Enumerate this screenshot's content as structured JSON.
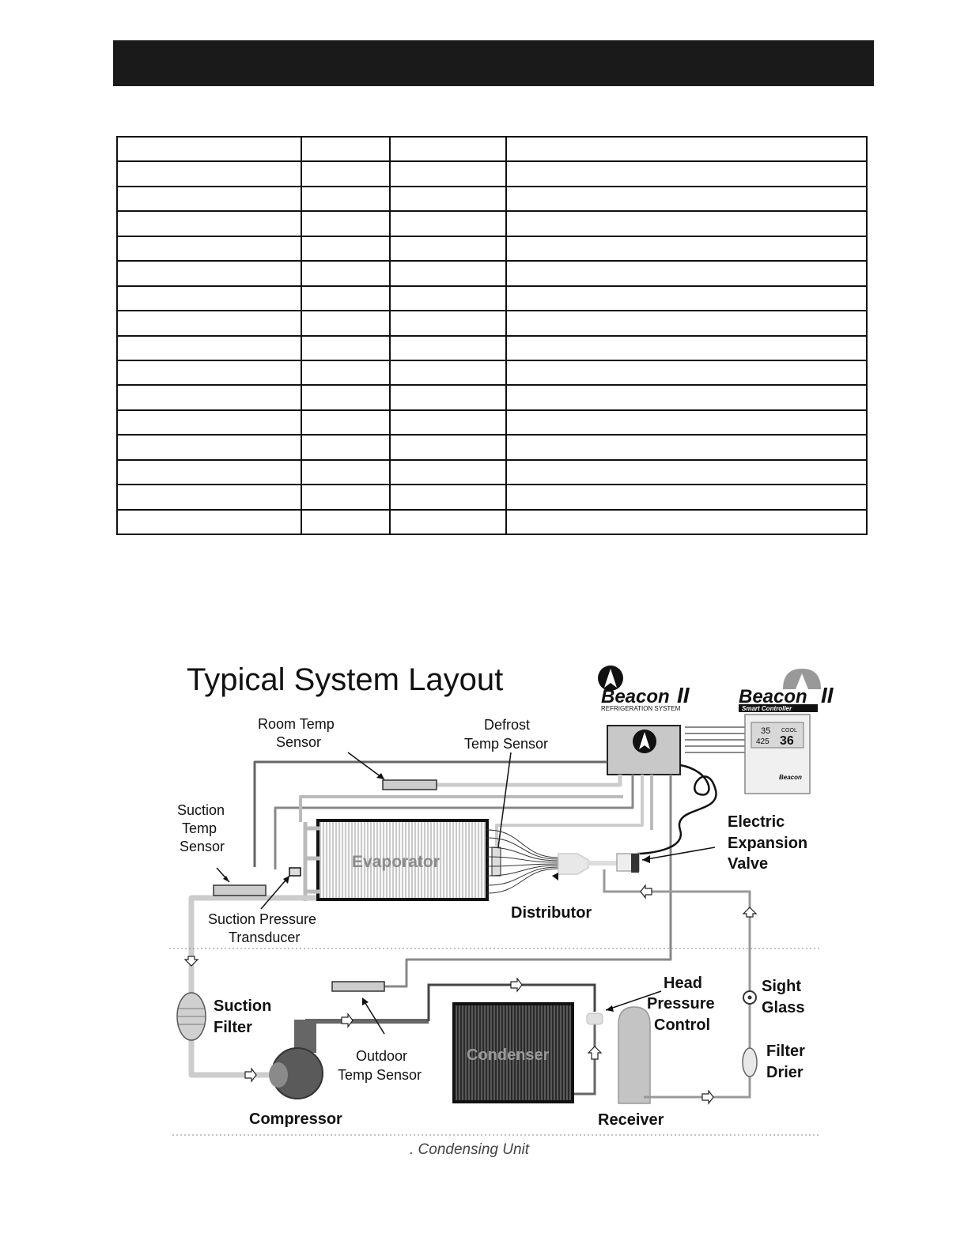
{
  "table": {
    "rows": 16,
    "columns": 4
  },
  "diagram": {
    "title": "Typical System Layout",
    "logos": {
      "left_brand": "Beacon",
      "left_mark": "II",
      "left_tagline": "REFRIGERATION SYSTEM",
      "right_brand": "Beacon",
      "right_mark": "II",
      "right_tagline": "Smart Controller"
    },
    "display": {
      "line1": "35",
      "line2": "425",
      "mode": "COOL",
      "big": "36"
    },
    "components": {
      "evaporator": "Evaporator",
      "condenser": "Condenser",
      "distributor": "Distributor",
      "compressor": "Compressor",
      "receiver": "Receiver"
    },
    "labels": {
      "room_temp_1": "Room Temp",
      "room_temp_2": "Sensor",
      "defrost_1": "Defrost",
      "defrost_2": "Temp Sensor",
      "suction_temp_1": "Suction",
      "suction_temp_2": "Temp",
      "suction_temp_3": "Sensor",
      "eev_1": "Electric",
      "eev_2": "Expansion",
      "eev_3": "Valve",
      "spt_1": "Suction Pressure",
      "spt_2": "Transducer",
      "suction_filter_1": "Suction",
      "suction_filter_2": "Filter",
      "head_1": "Head",
      "head_2": "Pressure",
      "head_3": "Control",
      "sight_1": "Sight",
      "sight_2": "Glass",
      "filter_drier_1": "Filter",
      "filter_drier_2": "Drier",
      "outdoor_1": "Outdoor",
      "outdoor_2": "Temp Sensor"
    },
    "caption": ". Condensing Unit"
  }
}
